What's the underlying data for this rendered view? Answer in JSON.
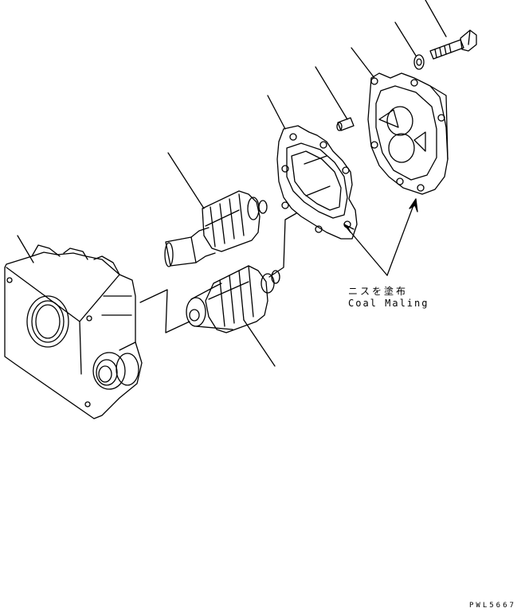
{
  "annotation": {
    "jp": "ニスを塗布",
    "en": "Coal Maling"
  },
  "drawing_number": "PWL5667",
  "colors": {
    "line": "#000000",
    "background": "#ffffff"
  }
}
